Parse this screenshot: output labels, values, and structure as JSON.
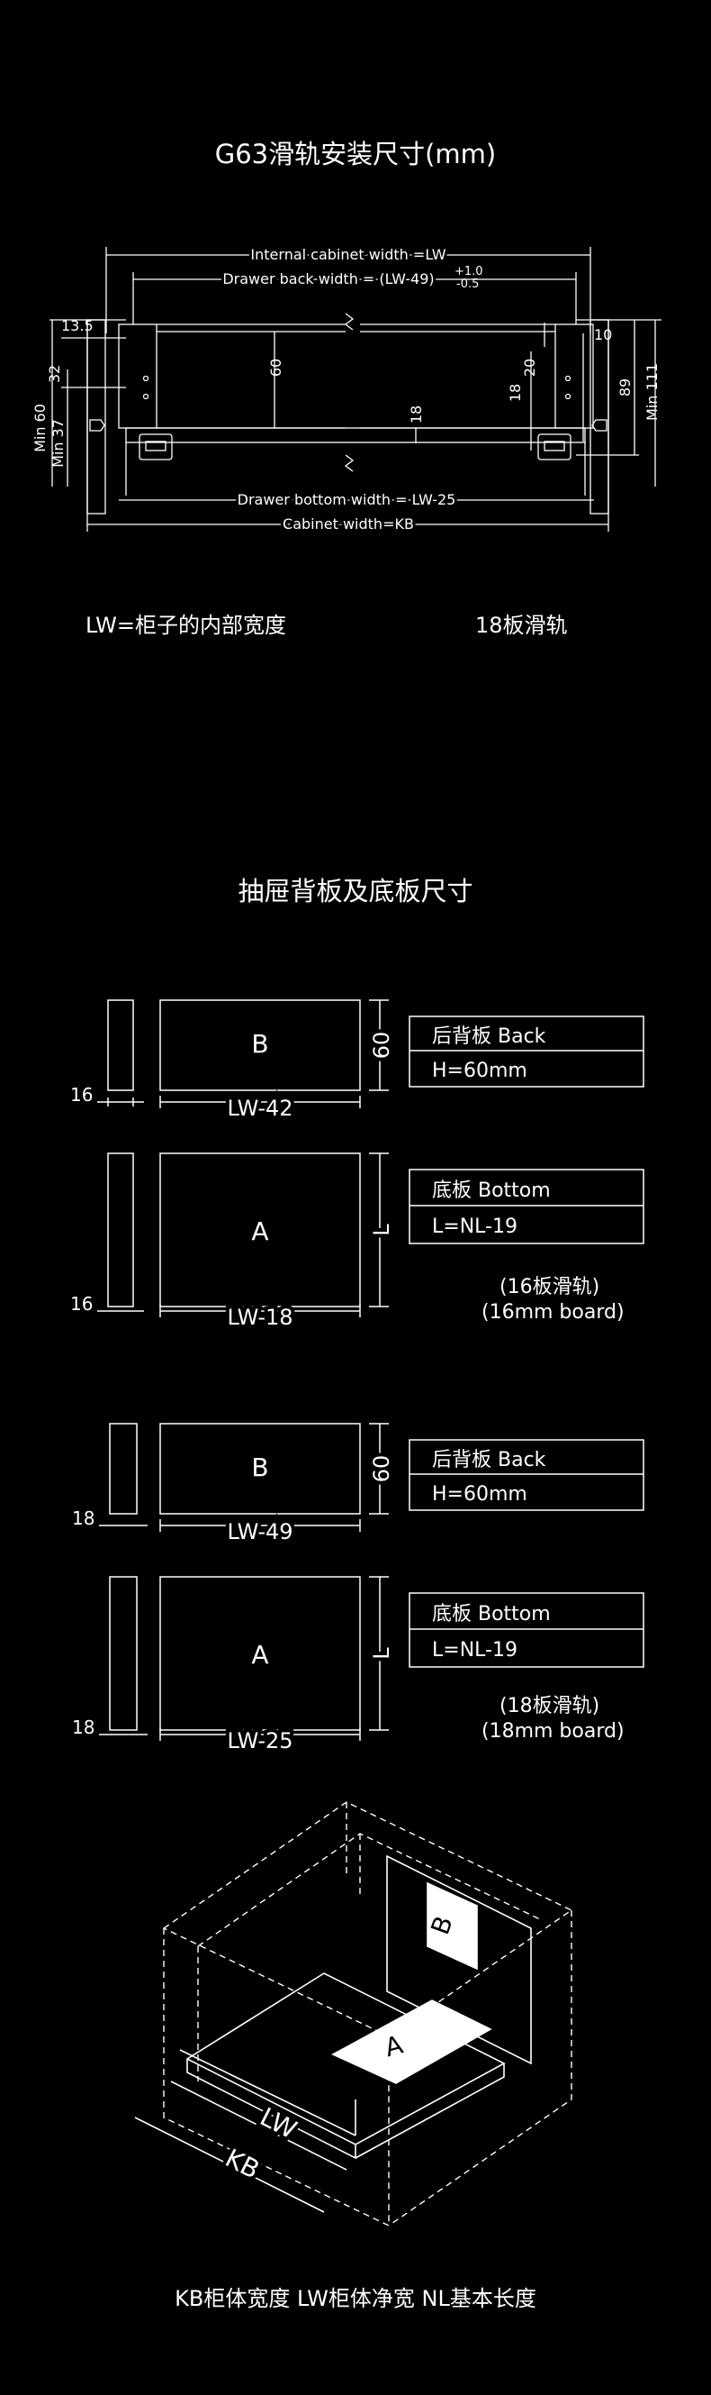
{
  "section1": {
    "title": "G63滑轨安装尺寸(mm)",
    "dims": {
      "internal_width": "Internal cabinet width =LW",
      "drawer_back_width": "Drawer back width = (LW-49)",
      "tol_plus": "+1.0",
      "tol_minus": "-0.5",
      "d13_5": "13.5",
      "d32": "32",
      "min60": "Min 60",
      "min37": "Min 37",
      "d60": "60",
      "d18_center": "18",
      "d10": "10",
      "d20": "20",
      "d18_right": "18",
      "d89": "89",
      "min111": "Min 111",
      "drawer_bottom_width": "Drawer bottom width = LW-25",
      "cabinet_width": "Cabinet width=KB"
    },
    "note_left": "LW=柜子的内部宽度",
    "note_right": "18板滑轨"
  },
  "section2": {
    "title": "抽屉背板及底板尺寸",
    "groups": [
      {
        "back": {
          "thickness": "16",
          "panel": "B",
          "width": "LW-42",
          "height": "60",
          "label": "后背板 Back",
          "value": "H=60mm"
        },
        "bottom": {
          "thickness": "16",
          "panel": "A",
          "width": "LW-18",
          "length": "L",
          "label": "底板 Bottom",
          "value": "L=NL-19"
        },
        "caption1": "(16板滑轨)",
        "caption2": "(16mm board)"
      },
      {
        "back": {
          "thickness": "18",
          "panel": "B",
          "width": "LW-49",
          "height": "60",
          "label": "后背板 Back",
          "value": "H=60mm"
        },
        "bottom": {
          "thickness": "18",
          "panel": "A",
          "width": "LW-25",
          "length": "L",
          "label": "底板 Bottom",
          "value": "L=NL-19"
        },
        "caption1": "(18板滑轨)",
        "caption2": "(18mm board)"
      }
    ]
  },
  "iso": {
    "panel_b": "B",
    "panel_a": "A",
    "lw": "LW",
    "kb": "KB"
  },
  "legend": "KB柜体宽度  LW柜体净宽  NL基本长度"
}
